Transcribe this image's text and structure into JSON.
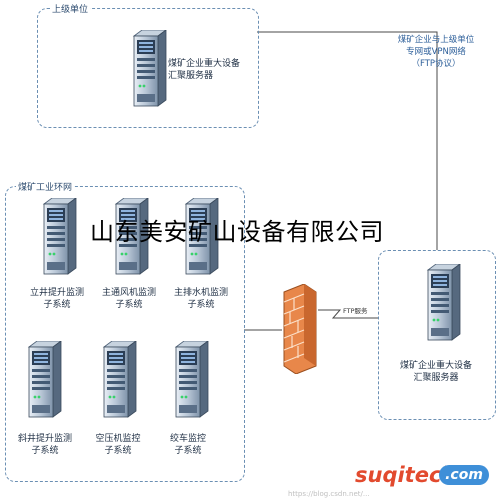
{
  "zones": {
    "upper_unit": "上级单位",
    "mine_network": "煤矿工业环网"
  },
  "servers": {
    "upper_aggregation": [
      "煤矿企业重大设备",
      "汇聚服务器"
    ],
    "mine_aggregation": [
      "煤矿企业重大设备",
      "汇聚服务器"
    ]
  },
  "subsystems": [
    [
      "立井提升监测",
      "子系统"
    ],
    [
      "主通风机监测",
      "子系统"
    ],
    [
      "主排水机监测",
      "子系统"
    ],
    [
      "斜井提升监测",
      "子系统"
    ],
    [
      "空压机监控",
      "子系统"
    ],
    [
      "绞车监控",
      "子系统"
    ]
  ],
  "notes": {
    "link": [
      "煤矿企业与上级单位",
      "专网或VPN网络",
      "（FTP协议）"
    ],
    "ftp": "FTP服务"
  },
  "overlay_text": "山东美安矿山设备有限公司",
  "watermark": {
    "brand": "suqitech",
    "suffix": ".com",
    "url": "https://blog.csdn.net/..."
  },
  "colors": {
    "zone_border": "#6b8fb3",
    "firewall": "#e8874a",
    "watermark_orange": "#e24a2e",
    "watermark_blue": "#3e8fd8"
  }
}
